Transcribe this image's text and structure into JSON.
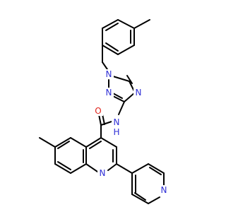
{
  "molecule": {
    "atoms": {
      "n_triazole_1": {
        "symbol": "N",
        "color": "#2f2fd6"
      },
      "n_triazole_2": {
        "symbol": "N",
        "color": "#2f2fd6"
      },
      "n_triazole_4": {
        "symbol": "N",
        "color": "#2f2fd6"
      },
      "n_amide": {
        "symbol": "N",
        "color": "#2f2fd6"
      },
      "h_amide": {
        "symbol": "H",
        "color": "#2f2fd6"
      },
      "o_carbonyl": {
        "symbol": "O",
        "color": "#e0241c"
      },
      "n_quinoline": {
        "symbol": "N",
        "color": "#2f2fd6"
      },
      "n_pyridine": {
        "symbol": "N",
        "color": "#2f2fd6"
      }
    },
    "colors": {
      "carbon_bond": "#000000",
      "nitrogen": "#2f2fd6",
      "oxygen": "#e0241c"
    }
  }
}
